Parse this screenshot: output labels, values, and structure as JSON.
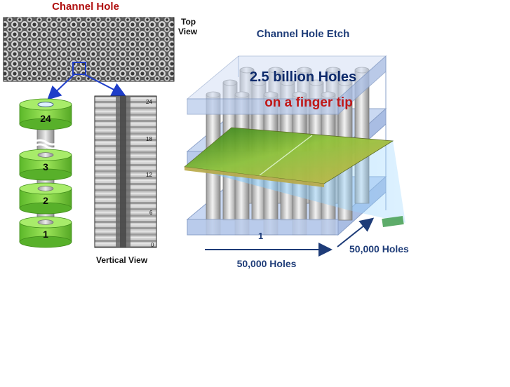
{
  "title_left": "Channel Hole",
  "top_view_label": [
    "Top",
    "View"
  ],
  "vertical_view_label": "Vertical View",
  "layers": [
    "24",
    "3",
    "2",
    "1"
  ],
  "vertical_scale_ticks": [
    "24",
    "18",
    "12",
    "6",
    "0"
  ],
  "title_right": "Channel Hole Etch",
  "headline_line1": "2.5 billion Holes",
  "headline_line2": "on a finger tip",
  "bottom_axis_label": "50,000 Holes",
  "side_axis_label": "50,000 Holes",
  "pillar_index_label": "1",
  "colors": {
    "title_red": "#b01010",
    "headline_navy": "#0d2a6b",
    "tip_red": "#c01818",
    "axis_navy": "#1e3c78",
    "arrow_blue": "#1f3ec9",
    "disk_green": "#7fd63a"
  }
}
